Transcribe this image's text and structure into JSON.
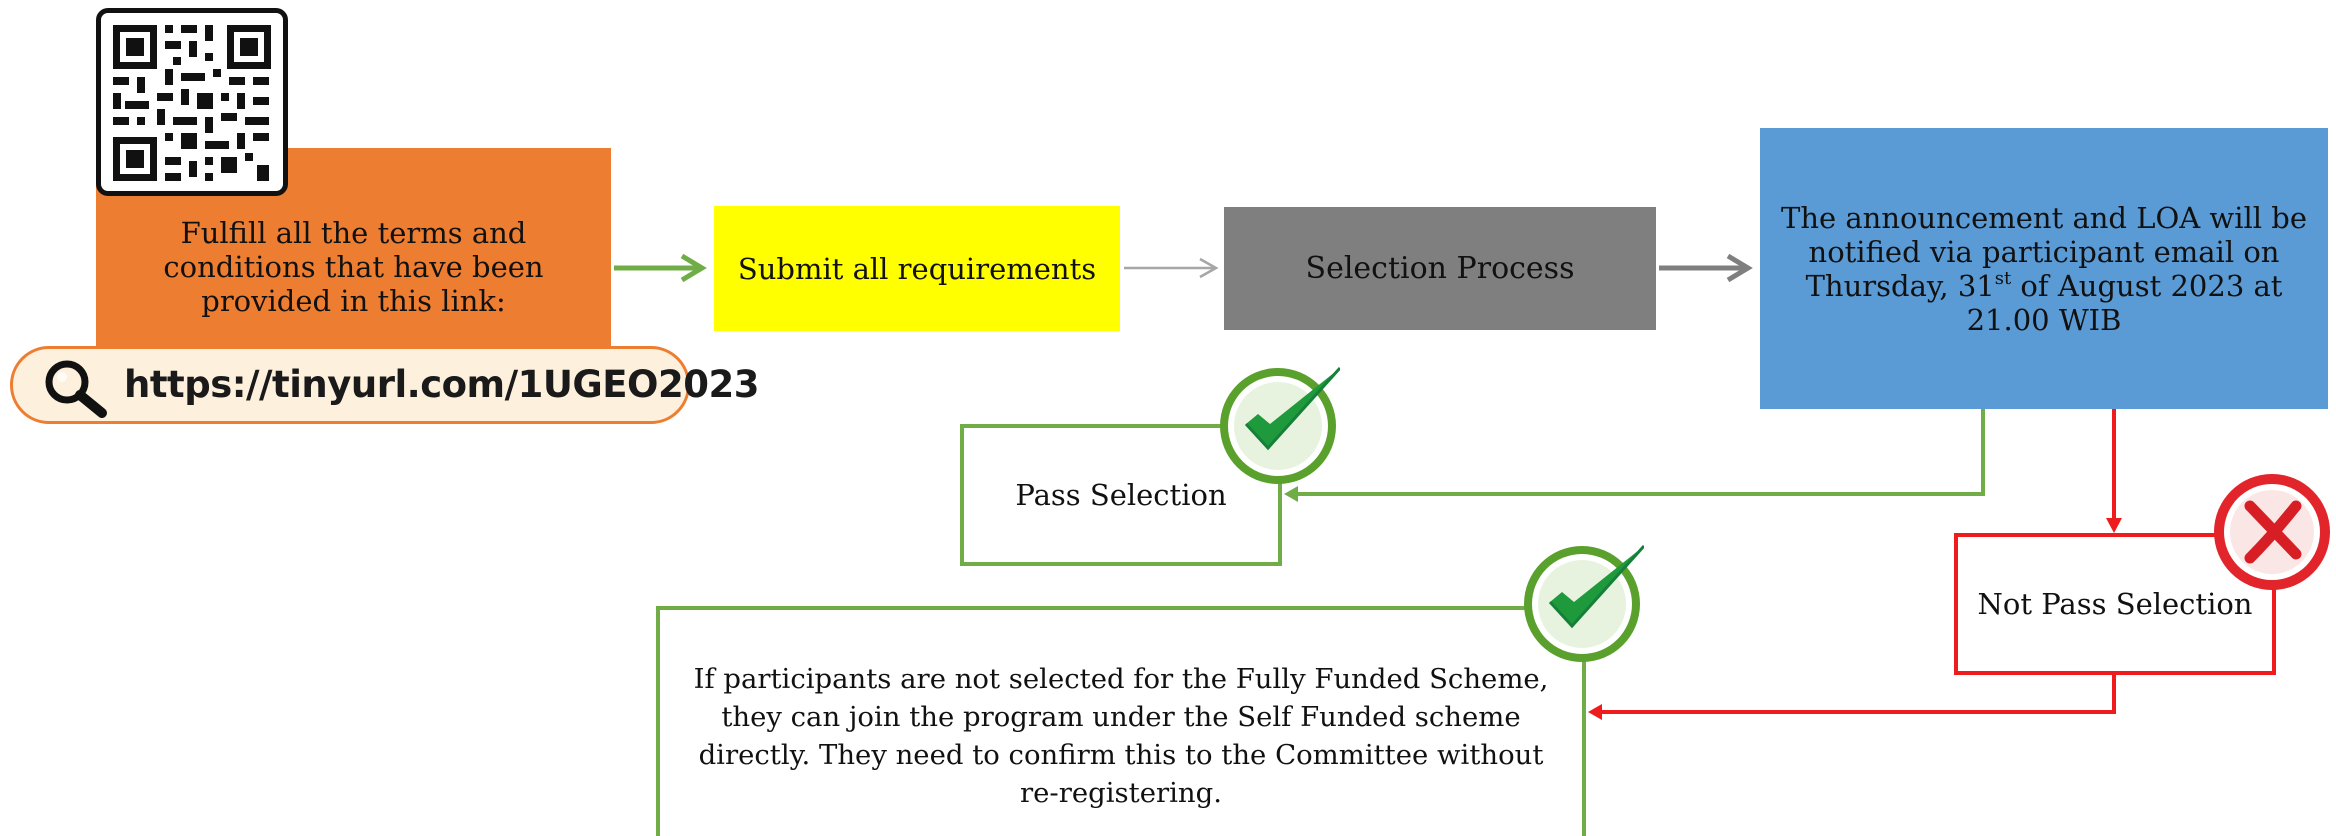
{
  "steps": {
    "fulfill": "Fulfill all the terms and conditions that have been provided in this link:",
    "submit": "Submit all requirements",
    "selection": "Selection Process",
    "announcement": {
      "line1": "The announcement and LOA will be notified via participant email on Thursday, 31",
      "superscript": "st",
      "line2": " of August 2023 at 21.00 WIB"
    }
  },
  "link": {
    "url": "https://tinyurl.com/1UGEO2023",
    "icon": "search-icon"
  },
  "outcomes": {
    "pass": "Pass Selection",
    "not_pass": "Not Pass Selection",
    "self_funded": "If participants are not selected for the Fully Funded Scheme, they can join the program under the Self Funded scheme directly. They need to confirm this to the Committee without re-registering."
  },
  "colors": {
    "step1": "#ed7d31",
    "step2": "#ffff00",
    "step3": "#7f7f7f",
    "step4": "#5b9bd5",
    "pass_green": "#70ad47",
    "fail_red": "#ee1c1c",
    "link_bg": "#fdf0dc"
  },
  "icons": [
    "qr-code-icon",
    "search-icon",
    "check-badge-icon",
    "cross-badge-icon"
  ]
}
